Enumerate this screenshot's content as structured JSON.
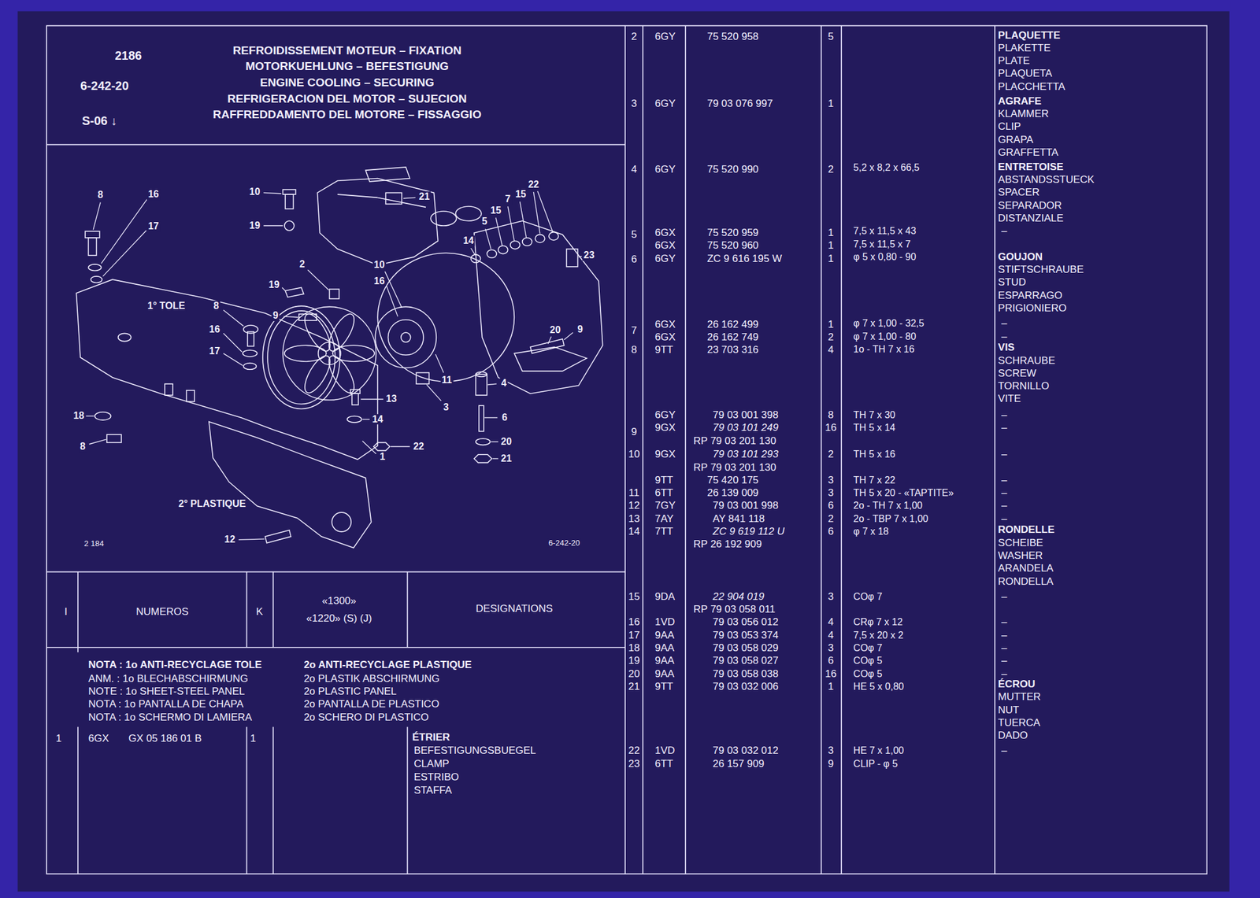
{
  "diagram": {
    "title": "REFROIDISSEMENT MOTEUR – FIXATION",
    "labels": [
      "2186",
      "6-242-20",
      "S-06 ↓",
      "MOTORKUEHLUNG – BEFESTIGUNG",
      "ENGINE COOLING – SECURING",
      "REFRIGERACION DEL MOTOR – SUJECION",
      "RAFFREDDAMENTO DEL MOTORE – FISSAGGIO",
      "8",
      "16",
      "17",
      "10",
      "19",
      "21",
      "22",
      "15",
      "7",
      "15",
      "5",
      "14",
      "23",
      "2",
      "19",
      "10",
      "16",
      "9",
      "8",
      "16",
      "17",
      "20",
      "9",
      "11",
      "4",
      "3",
      "13",
      "14",
      "6",
      "22",
      "20",
      "21",
      "1",
      "18",
      "8",
      "12",
      "1° TOLE",
      "2° PLASTIQUE",
      "2 184",
      "6-242-20",
      "I",
      "NUMEROS",
      "K",
      "«1300»",
      "«1220» (S) (J)",
      "DESIGNATIONS",
      "NOTA : 1o ANTI-RECYCLAGE TOLE",
      "ANM. : 1o BLECHABSCHIRMUNG",
      "NOTE : 1o SHEET-STEEL PANEL",
      "NOTA : 1o PANTALLA DE CHAPA",
      "NOTA : 1o SCHERMO DI LAMIERA",
      "2o ANTI-RECYCLAGE PLASTIQUE",
      "2o PLASTIK ABSCHIRMUNG",
      "2o PLASTIC PANEL",
      "2o PANTALLA DE PLASTICO",
      "2o SCHERO DI PLASTICO",
      "1",
      "6GX",
      "GX 05 186 01 B",
      "1",
      "ÉTRIER",
      "BEFESTIGUNGSBUEGEL",
      "CLAMP",
      "ESTRIBO",
      "STAFFA",
      "2",
      "3",
      "4",
      "5",
      "6",
      "7",
      "8",
      "9",
      "10",
      "11",
      "12",
      "13",
      "14",
      "15",
      "16",
      "17",
      "18",
      "19",
      "20",
      "21",
      "22",
      "23",
      "6GY",
      "6GY",
      "6GY",
      "6GX",
      "6GX",
      "6GY",
      "6GX",
      "6GX",
      "9TT",
      "6GY",
      "9GX",
      "9GX",
      "9TT",
      "6TT",
      "7GY",
      "7AY",
      "7TT",
      "9DA",
      "1VD",
      "9AA",
      "9AA",
      "9AA",
      "9AA",
      "9TT",
      "1VD",
      "6TT",
      "75 520 958",
      "79 03 076 997",
      "75 520 990",
      "75 520 959",
      "75 520 960",
      "ZC 9 616 195 W",
      "26 162 499",
      "26 162 749",
      "23 703 316",
      "79 03 001 398",
      "79 03 101 249",
      "RP 79 03 201 130",
      "79 03 101 293",
      "RP 79 03 201 130",
      "75 420 175",
      "26 139 009",
      "79 03 001 998",
      "AY 841 118",
      "ZC 9 619 112 U",
      "RP 26 192 909",
      "22 904 019",
      "RP 79 03 058 011",
      "79 03 056 012",
      "79 03 053 374",
      "79 03 058 029",
      "79 03 058 027",
      "79 03 058 038",
      "79 03 032 006",
      "79 03 032 012",
      "26 157 909",
      "5",
      "1",
      "2",
      "1",
      "1",
      "1",
      "1",
      "2",
      "4",
      "8",
      "16",
      "2",
      "3",
      "3",
      "6",
      "2",
      "6",
      "3",
      "4",
      "4",
      "3",
      "6",
      "16",
      "1",
      "3",
      "9",
      "5,2 x 8,2 x 66,5",
      "7,5 x 11,5 x 43",
      "7,5 x 11,5 x 7",
      "φ 5 x 0,80 - 90",
      "φ 7 x 1,00 - 32,5",
      "φ 7 x 1,00 - 80",
      "1o - TH 7 x 16",
      "TH 7 x 30",
      "TH 5 x 14",
      "TH 5 x 16",
      "TH 7 x 22",
      "TH 5 x 20 - «TAPTITE»",
      "2o - TH 7 x 1,00",
      "2o - TBP 7 x 1,00",
      "φ 7 x 18",
      "COφ 7",
      "CRφ 7 x 12",
      "7,5 x 20 x 2",
      "COφ 7",
      "COφ 5",
      "COφ 5",
      "HE 5 x 0,80",
      "HE 7 x 1,00",
      "CLIP - φ 5",
      "PLAQUETTE",
      "PLAKETTE",
      "PLATE",
      "PLAQUETA",
      "PLACCHETTA",
      "AGRAFE",
      "KLAMMER",
      "CLIP",
      "GRAPA",
      "GRAFFETTA",
      "ENTRETOISE",
      "ABSTANDSSTUECK",
      "SPACER",
      "SEPARADOR",
      "DISTANZIALE",
      "GOUJON",
      "STIFTSCHRAUBE",
      "STUD",
      "ESPARRAGO",
      "PRIGIONIERO",
      "VIS",
      "SCHRAUBE",
      "SCREW",
      "TORNILLO",
      "VITE",
      "RONDELLE",
      "SCHEIBE",
      "WASHER",
      "ARANDELA",
      "RONDELLA",
      "ÉCROU",
      "MUTTER",
      "NUT",
      "TUERCA",
      "DADO",
      "–",
      "–",
      "–",
      "–",
      "–",
      "–",
      "–",
      "–",
      "–",
      "–",
      "–",
      "–",
      "–",
      "–",
      "–",
      "–",
      "–"
    ]
  }
}
